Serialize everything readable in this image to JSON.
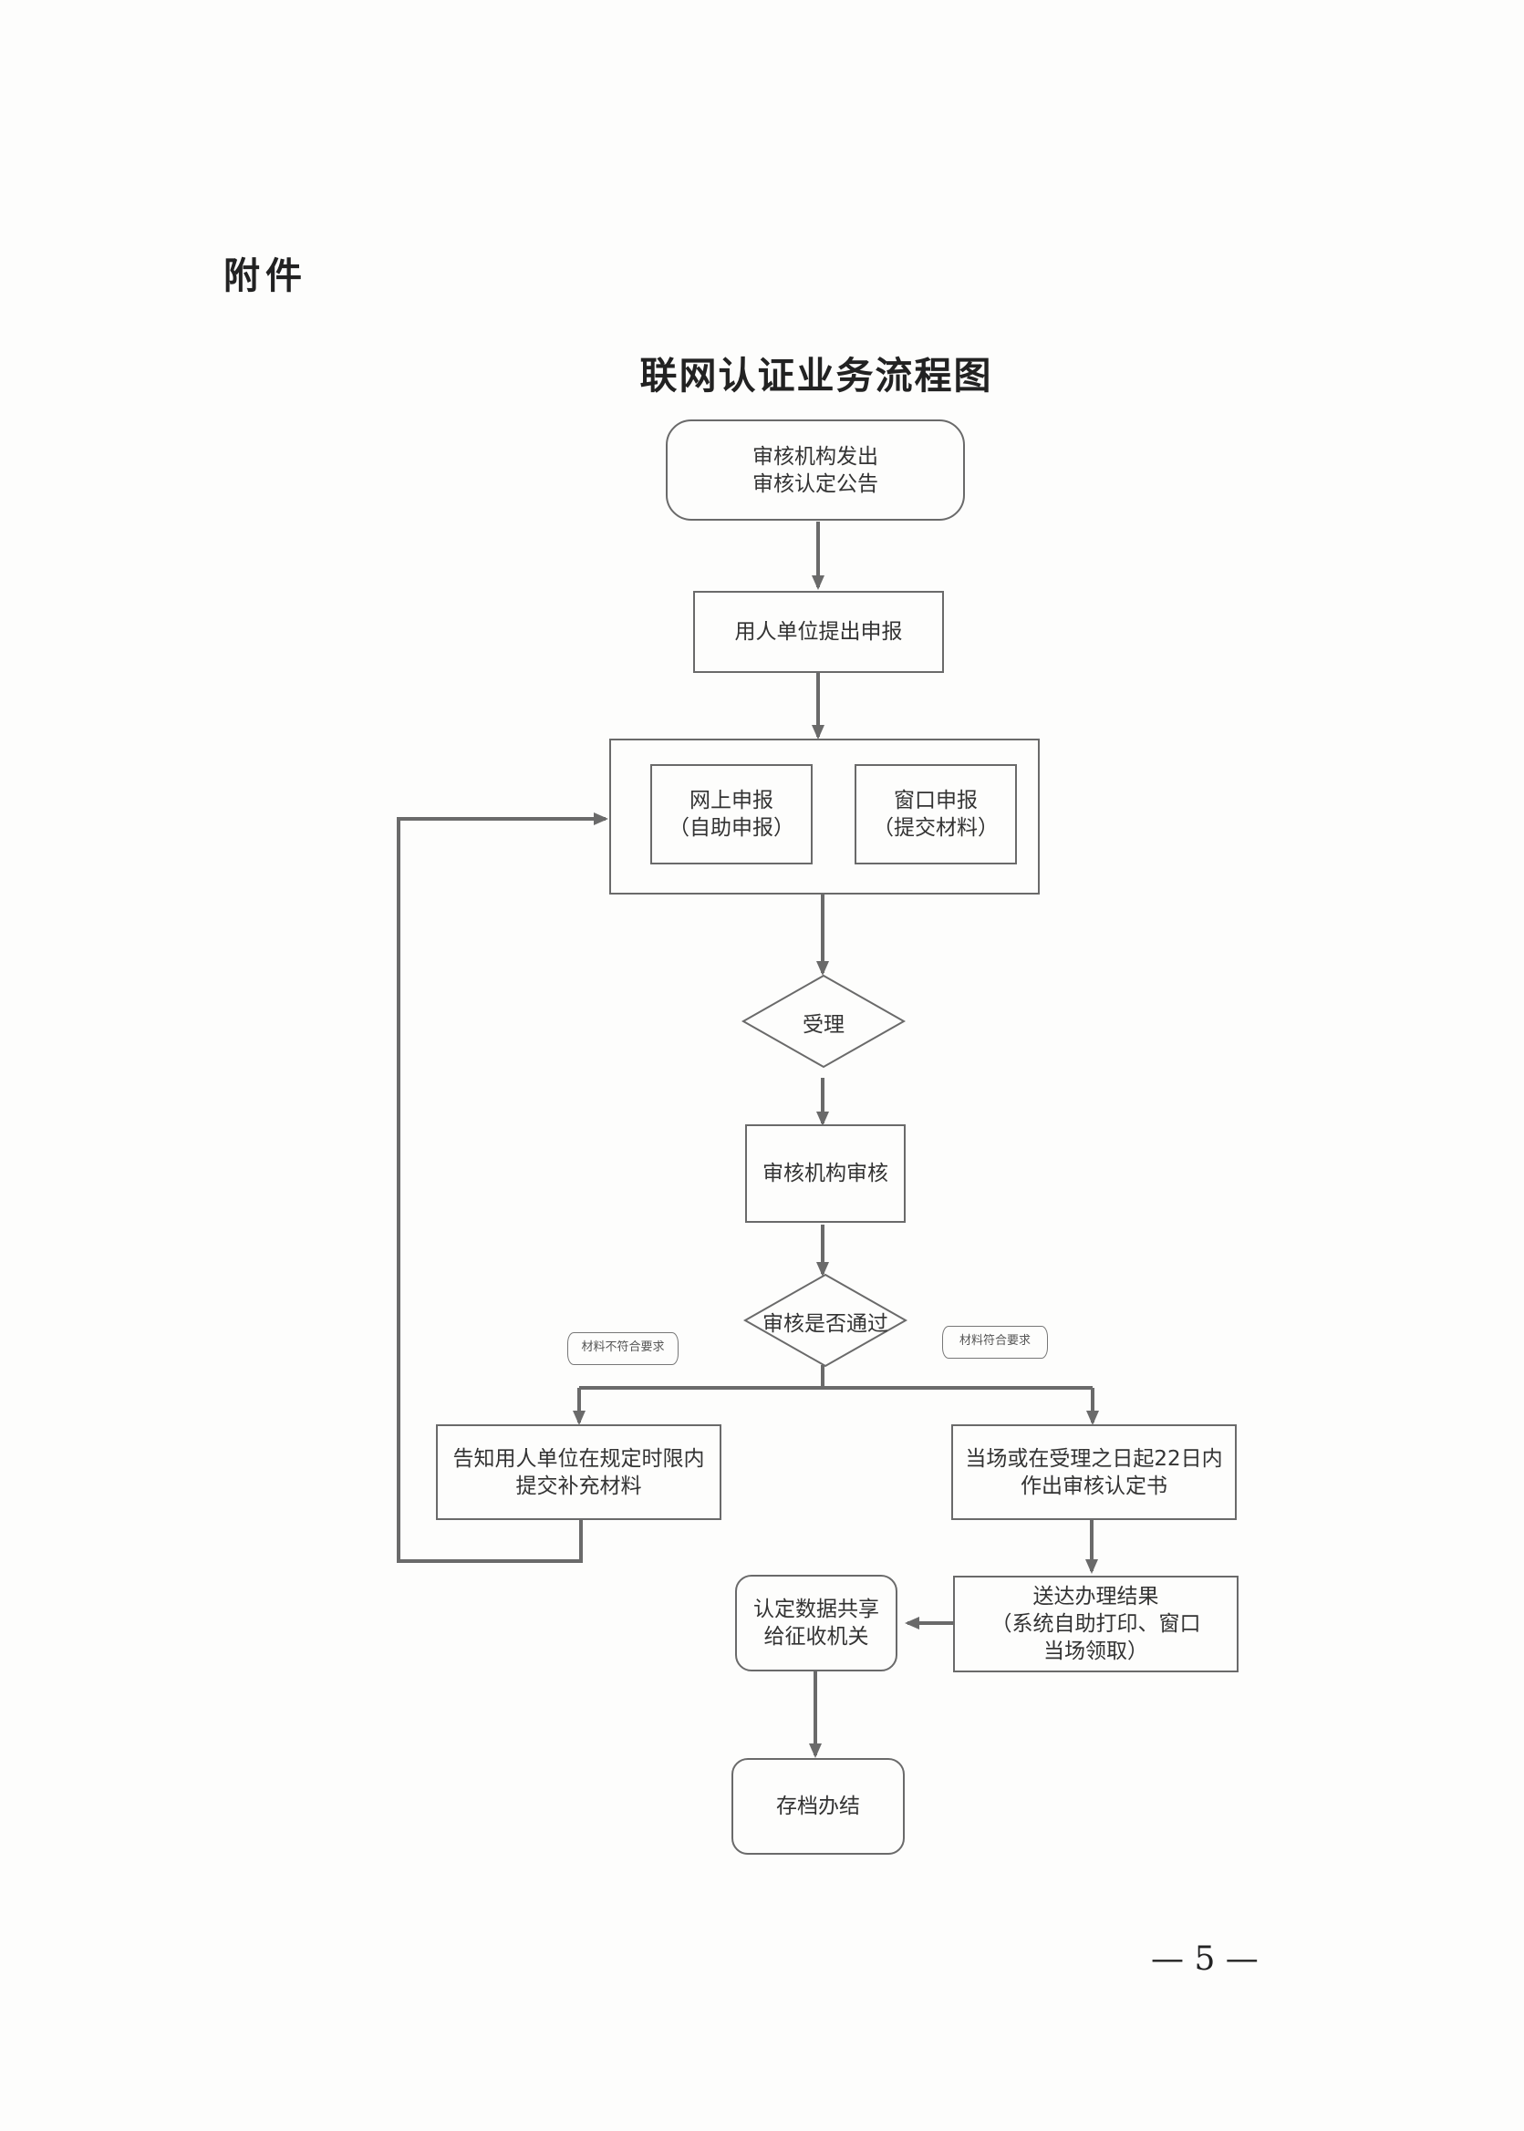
{
  "attachment_label": "附件",
  "title": "联网认证业务流程图",
  "nodes": {
    "announce": [
      "审核机构发出",
      "审核认定公告"
    ],
    "apply": "用人单位提出申报",
    "online": [
      "网上申报",
      "（自助申报）"
    ],
    "window": [
      "窗口申报",
      "（提交材料）"
    ],
    "accept": "受理",
    "review": "审核机构审核",
    "pass_check": "审核是否通过",
    "notify_supplement": [
      "告知用人单位在规定时限内",
      "提交补充材料"
    ],
    "issue_decision": [
      "当场或在受理之日起22日内",
      "作出审核认定书"
    ],
    "deliver_result": [
      "送达办理结果",
      "（系统自助打印、窗口",
      "当场领取）"
    ],
    "share_data": [
      "认定数据共享",
      "给征收机关"
    ],
    "archive": "存档办结"
  },
  "tags": {
    "not_meet": "材料不符合要求",
    "meet": "材料符合要求"
  },
  "page_number": "— 5 —",
  "colors": {
    "line": "#6a6a6a",
    "text": "#333333"
  }
}
